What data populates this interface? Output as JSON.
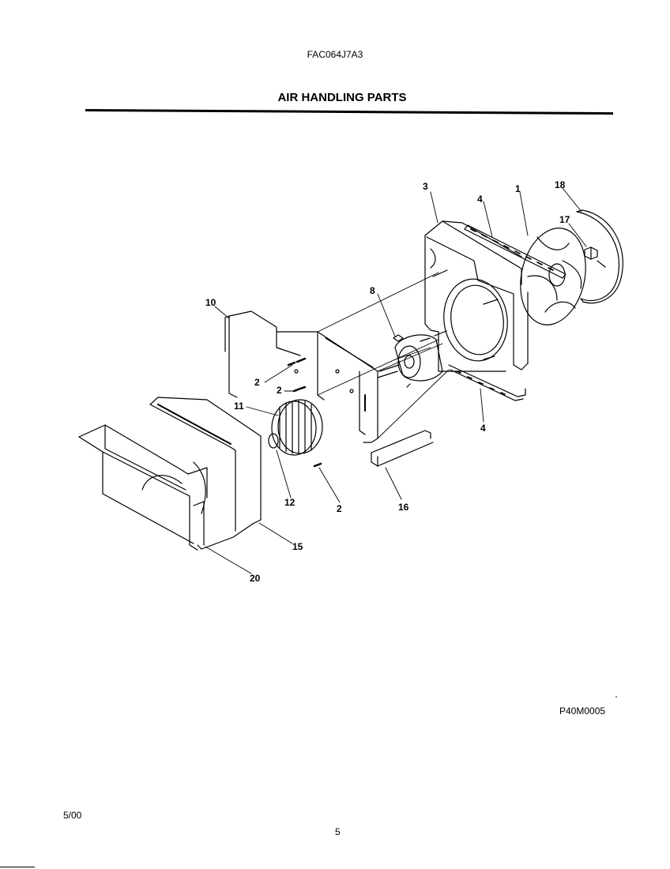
{
  "header": {
    "model_number": "FAC064J7A3",
    "title": "AIR HANDLING PARTS"
  },
  "diagram": {
    "callouts": [
      "3",
      "4",
      "1",
      "18",
      "17",
      "8",
      "10",
      "2",
      "2",
      "11",
      "12",
      "2",
      "16",
      "4",
      "15",
      "20"
    ]
  },
  "footer": {
    "drawing_code": "P40M0005",
    "date": "5/00",
    "page_number": "5"
  }
}
